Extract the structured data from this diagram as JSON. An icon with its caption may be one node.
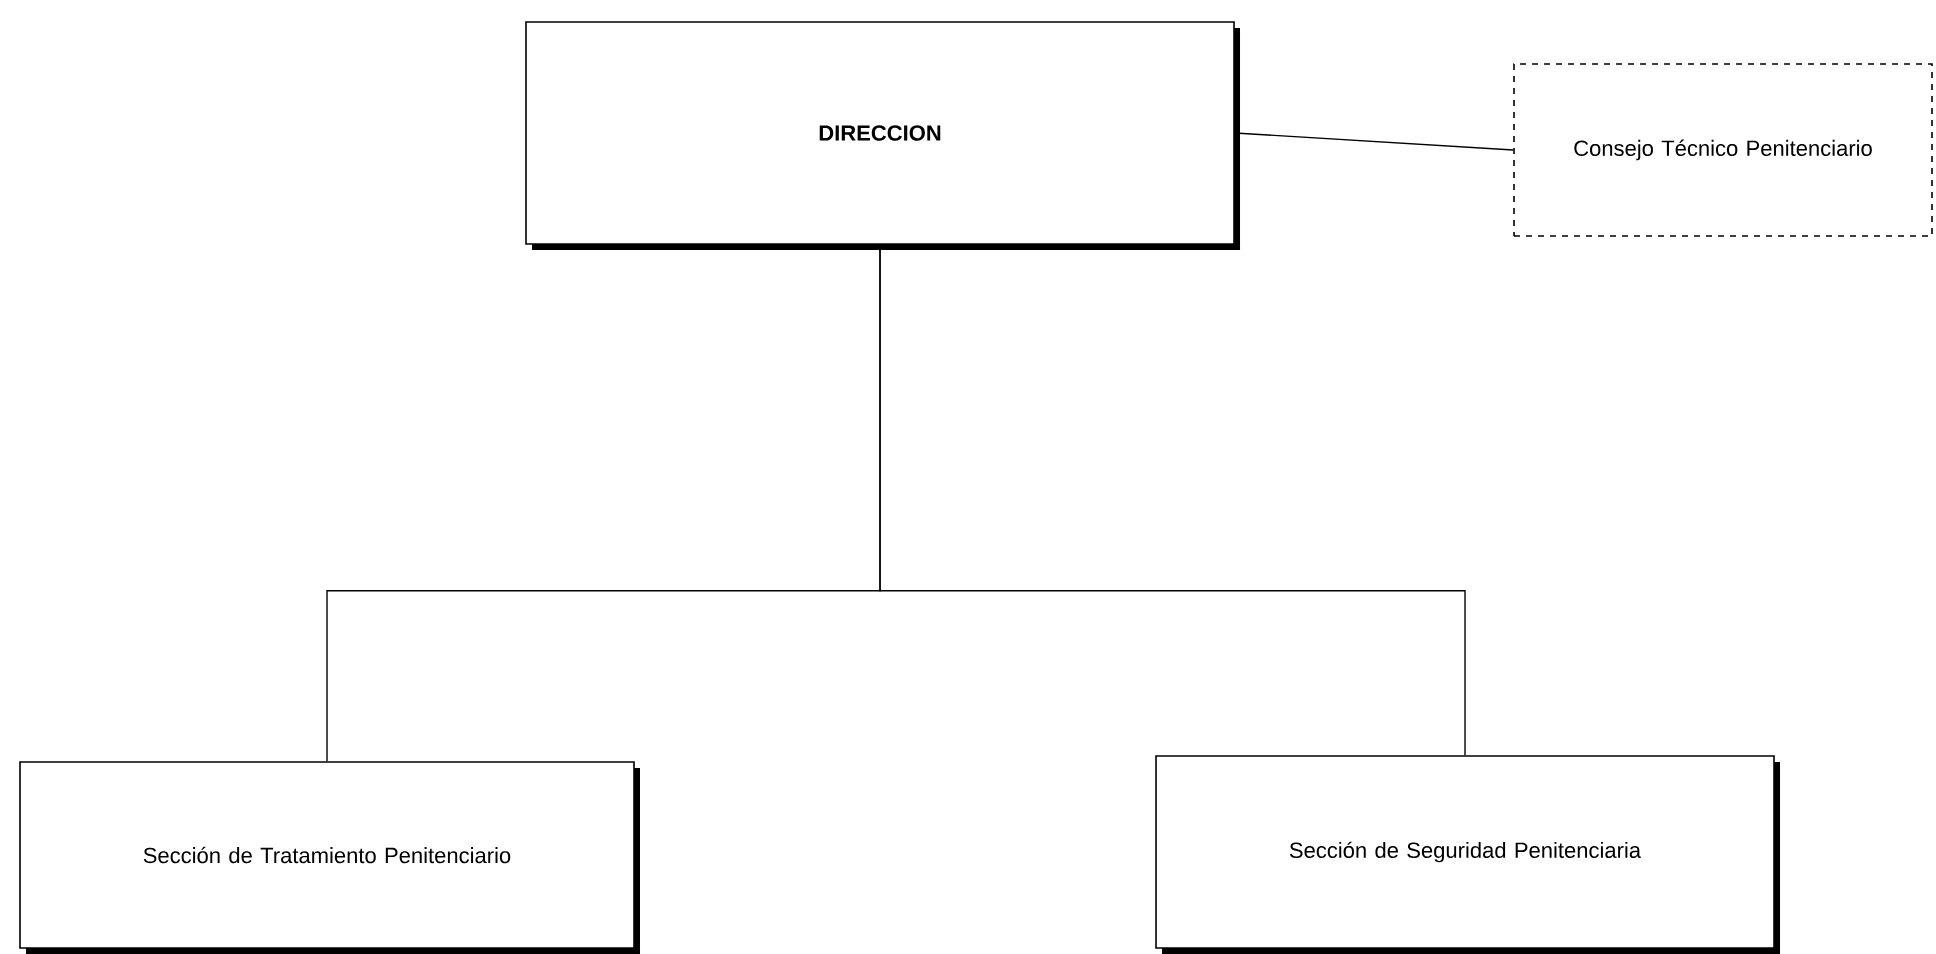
{
  "diagram": {
    "nodes": [
      {
        "text": [
          "DIRECCION"
        ]
      },
      {
        "text": [
          "Consejo Técnico Penitenciario"
        ]
      },
      {
        "text": [
          "Sección de Tratamiento Penitenciario"
        ]
      },
      {
        "text": [
          "Sección de Seguridad Penitenciaria"
        ]
      }
    ],
    "edges": [
      {
        "from": 0,
        "to": 1,
        "arrow": "none"
      },
      {
        "from": 0,
        "to": 2,
        "arrow": "none"
      },
      {
        "from": 0,
        "to": 3,
        "arrow": "none"
      }
    ]
  }
}
